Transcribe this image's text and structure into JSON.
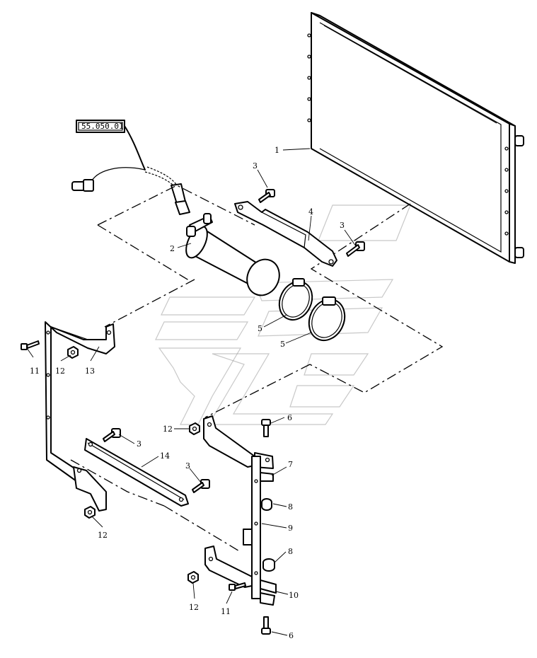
{
  "reference_box": {
    "text": "55.050.01"
  },
  "callouts": {
    "radiator": "1",
    "receiver_drier": "2",
    "bolt_a": "3",
    "bolt_b": "3",
    "bolt_c": "3",
    "bolt_d": "3",
    "support_plate": "4",
    "clamp_a": "5",
    "clamp_b": "5",
    "bolt_top": "6",
    "bolt_bottom": "6",
    "upper_bracket": "7",
    "nut_upper": "8",
    "nut_lower": "8",
    "vertical_support": "9",
    "lower_bracket": "10",
    "screw_left": "11",
    "screw_bottom": "11",
    "nut_left": "12",
    "nut_mid": "12",
    "nut_lower_left": "12",
    "nut_bottom": "12",
    "left_frame": "13",
    "flat_bar": "14"
  }
}
